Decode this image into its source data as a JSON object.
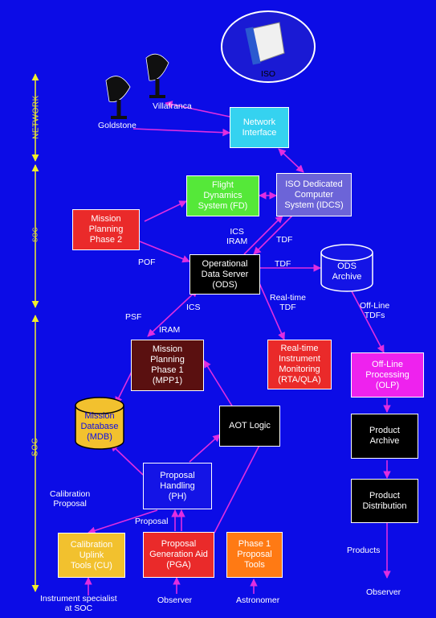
{
  "colors": {
    "background": "#0c0ce6",
    "arrow": "#e02ee0",
    "side_label": "#f2ef2a",
    "cyan_box": "#35d2f0",
    "green_box": "#55e839",
    "purple_box": "#6c64d8",
    "red_box": "#ea2a2a",
    "brown_box": "#5a1010",
    "black_box": "#000000",
    "magenta_box": "#ee22ee",
    "orange_box": "#ff7a14",
    "yellow_box": "#f2c12e",
    "white_box": "#1414e6"
  },
  "satellite": {
    "label": "ISO"
  },
  "sections": {
    "network": "NETWORK",
    "soc_upper": "SOC",
    "soc_lower": "SOC"
  },
  "antennas": {
    "villafranca": "Villafranca",
    "goldstone": "Goldstone"
  },
  "boxes": {
    "network_interface": "Network\nInterface",
    "flight_dynamics": "Flight\nDynamics\nSystem (FD)",
    "idcs": "ISO Dedicated\nComputer\nSystem (IDCS)",
    "mission_planning_2": "Mission\nPlanning\nPhase 2",
    "ods": "Operational\nData Server\n(ODS)",
    "ods_archive": "ODS\nArchive",
    "mission_planning_1": "Mission\nPlanning\nPhase 1\n(MPP1)",
    "rta_qla": "Real-time\nInstrument\nMonitoring\n(RTA/QLA)",
    "olp": "Off-Line\nProcessing\n(OLP)",
    "mission_database": "Mission\nDatabase\n(MDB)",
    "aot_logic": "AOT Logic",
    "product_archive": "Product\nArchive",
    "proposal_handling": "Proposal\nHandling\n(PH)",
    "product_distribution": "Product\nDistribution",
    "calibration_tools": "Calibration\nUplink\nTools (CU)",
    "pga": "Proposal\nGeneration Aid\n(PGA)",
    "phase1_tools": "Phase 1\nProposal\nTools"
  },
  "labels": {
    "ics_iram_top": "ICS\nIRAM",
    "tdf_top": "TDF",
    "pof": "POF",
    "tdf_right": "TDF",
    "realtime_tdf": "Real-time\nTDF",
    "offline_tdfs": "Off-Line\nTDFs",
    "psf": "PSF",
    "ics": "ICS",
    "iram": "IRAM",
    "calibration_proposal": "Calibration\nProposal",
    "proposal": "Proposal",
    "products": "Products",
    "instrument_specialist": "Instrument specialist\nat SOC",
    "observer_left": "Observer",
    "astronomer": "Astronomer",
    "observer_right": "Observer"
  }
}
